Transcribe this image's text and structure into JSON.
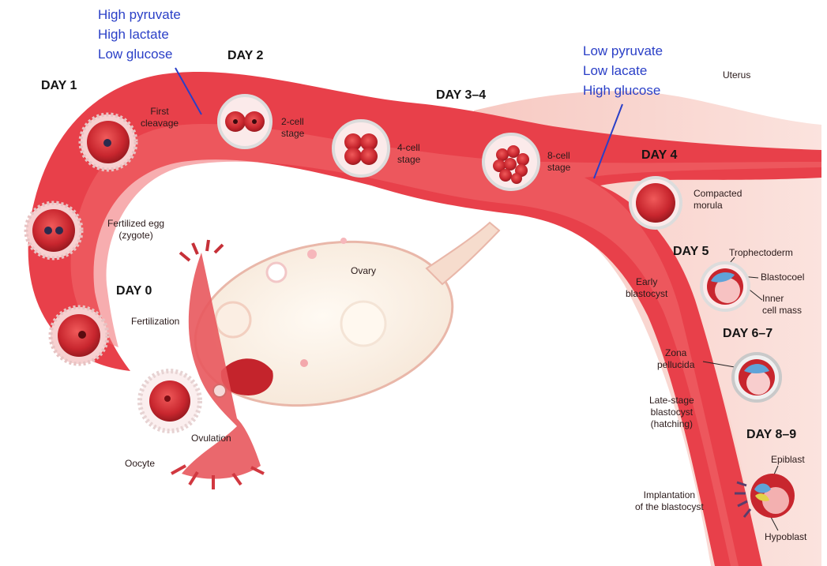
{
  "conditions": {
    "early": [
      "High pyruvate",
      "High lactate",
      "Low glucose"
    ],
    "late": [
      "Low pyruvate",
      "Low lacate",
      "High glucose"
    ]
  },
  "days": {
    "day0": "DAY 0",
    "day1": "DAY 1",
    "day2": "DAY 2",
    "day34": "DAY 3–4",
    "day4": "DAY 4",
    "day5": "DAY 5",
    "day67": "DAY 6–7",
    "day89": "DAY 8–9"
  },
  "labels": {
    "uterus": "Uterus",
    "first_cleavage": [
      "First",
      "cleavage"
    ],
    "two_cell": [
      "2-cell",
      "stage"
    ],
    "four_cell": [
      "4-cell",
      "stage"
    ],
    "eight_cell": [
      "8-cell",
      "stage"
    ],
    "compacted_morula": [
      "Compacted",
      "morula"
    ],
    "fertilized_egg": [
      "Fertilized egg",
      "(zygote)"
    ],
    "ovary": "Ovary",
    "fertilization": "Fertilization",
    "ovulation": "Ovulation",
    "oocyte": "Oocyte",
    "early_blastocyst": [
      "Early",
      "blastocyst"
    ],
    "trophectoderm": "Trophectoderm",
    "blastocoel": "Blastocoel",
    "inner_cell_mass": [
      "Inner",
      "cell mass"
    ],
    "zona_pellucida": [
      "Zona",
      "pellucida"
    ],
    "late_blastocyst": [
      "Late-stage",
      "blastocyst",
      "(hatching)"
    ],
    "implantation": [
      "Implantation",
      "of the blastocyst"
    ],
    "epiblast": "Epiblast",
    "hypoblast": "Hypoblast"
  },
  "colors": {
    "tube": "#e8404a",
    "tube_light": "#f7a9a4",
    "uterus_wall": "#f4bcb4",
    "condition_text": "#2a3fc7"
  }
}
